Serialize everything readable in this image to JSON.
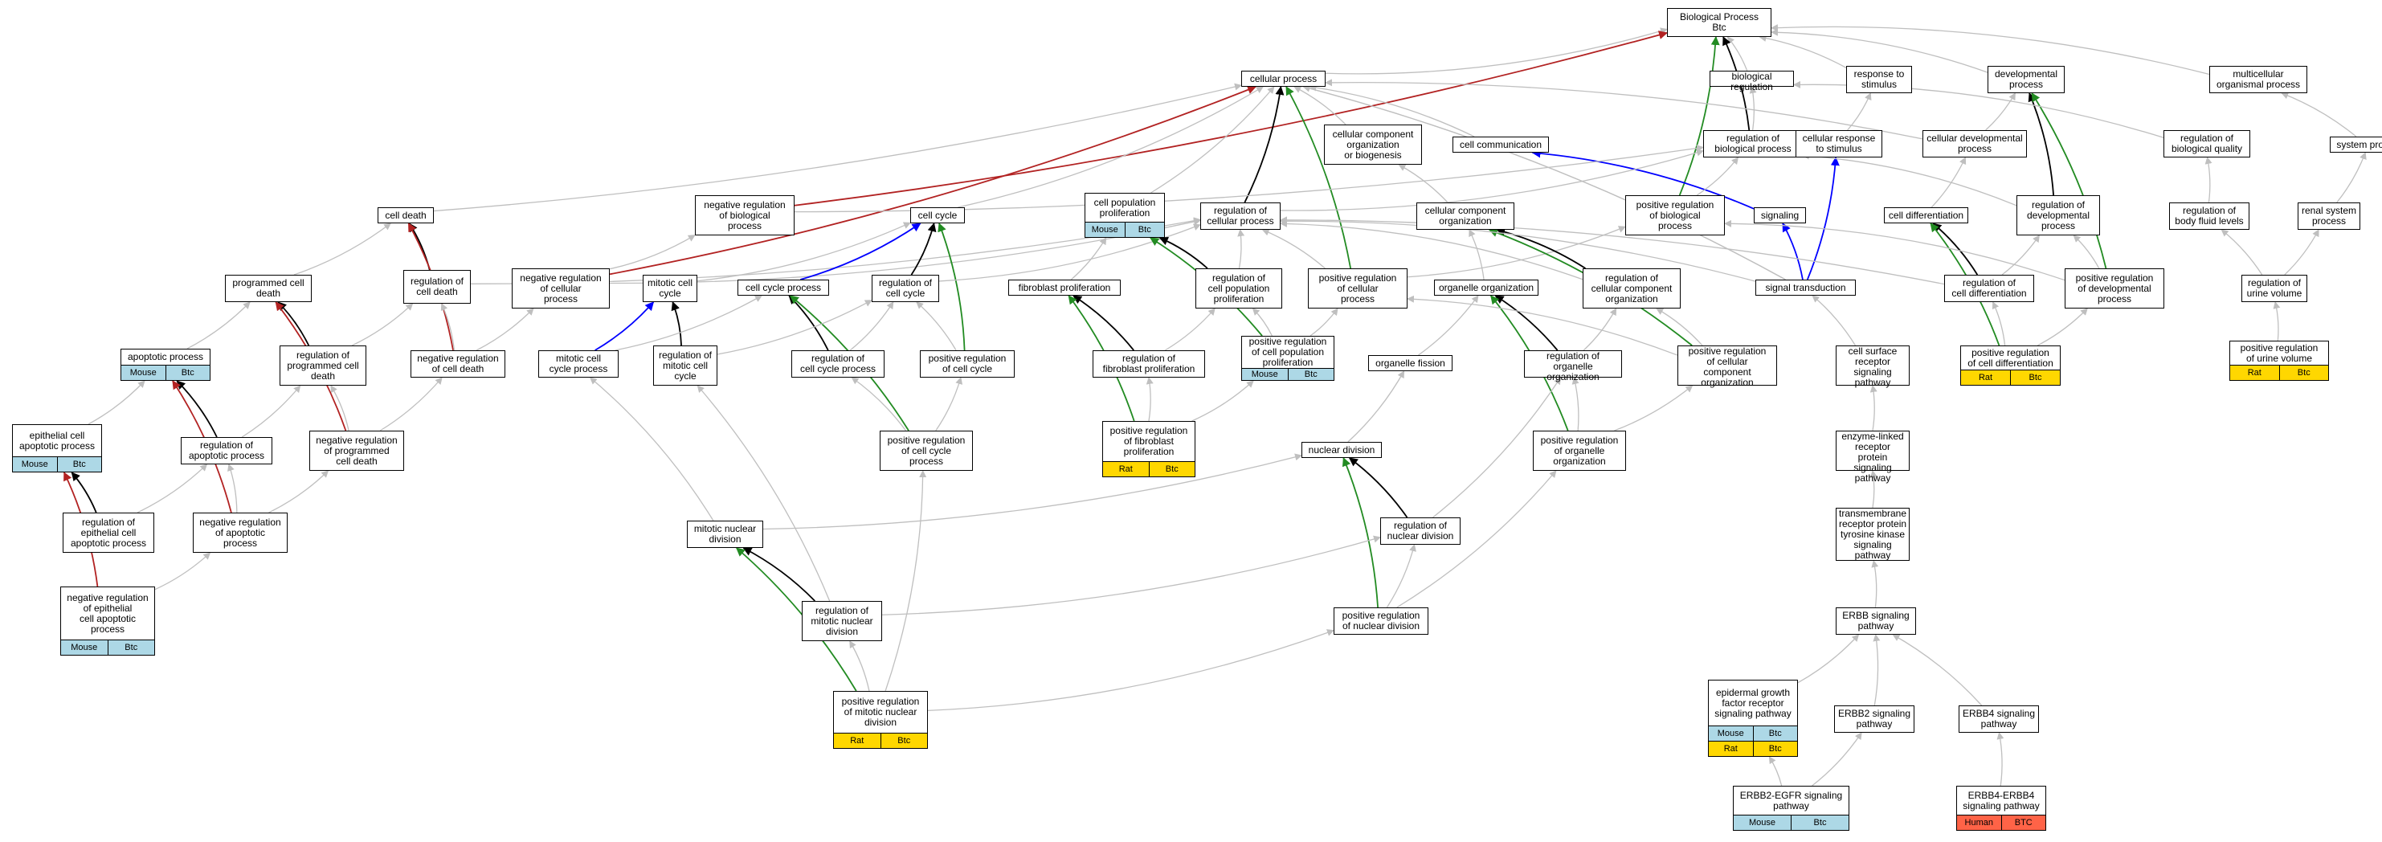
{
  "colors": {
    "mouse": "#add8e6",
    "rat": "#ffd700",
    "human": "#ff6347",
    "black": "#000000",
    "red": "#b22222",
    "green": "#228b22",
    "blue": "#0000ff",
    "gray": "#bfbfbf"
  },
  "nodes": {
    "bp": {
      "label": "Biological Process\nBtc"
    },
    "cp": {
      "label": "cellular process"
    },
    "breg": {
      "label": "biological regulation"
    },
    "rstim": {
      "label": "response to\nstimulus"
    },
    "dev": {
      "label": "developmental\nprocess"
    },
    "multi": {
      "label": "multicellular\norganismal process"
    },
    "ccob": {
      "label": "cellular component\norganization\nor biogenesis"
    },
    "comm": {
      "label": "cell communication"
    },
    "rbp": {
      "label": "regulation of\nbiological process"
    },
    "crstim": {
      "label": "cellular response\nto stimulus"
    },
    "cdev": {
      "label": "cellular developmental\nprocess"
    },
    "rbq": {
      "label": "regulation of\nbiological quality"
    },
    "sysp": {
      "label": "system process"
    },
    "death": {
      "label": "cell death"
    },
    "nrbp": {
      "label": "negative regulation\nof biological\nprocess"
    },
    "ccyc": {
      "label": "cell cycle"
    },
    "cpp": {
      "label": "cell population\nproliferation",
      "badges": [
        [
          "Mouse",
          "Btc",
          "mouse"
        ]
      ]
    },
    "rcp": {
      "label": "regulation of\ncellular process"
    },
    "cco": {
      "label": "cellular component\norganization"
    },
    "prbp": {
      "label": "positive regulation\nof biological\nprocess"
    },
    "sig": {
      "label": "signaling"
    },
    "cdiff": {
      "label": "cell differentiation"
    },
    "rdev": {
      "label": "regulation of\ndevelopmental\nprocess"
    },
    "rbfl": {
      "label": "regulation of\nbody fluid levels"
    },
    "renal": {
      "label": "renal system\nprocess"
    },
    "pcd": {
      "label": "programmed cell\ndeath"
    },
    "rcd": {
      "label": "regulation of\ncell death"
    },
    "nrcp": {
      "label": "negative regulation\nof cellular\nprocess"
    },
    "mcc": {
      "label": "mitotic cell\ncycle"
    },
    "ccp": {
      "label": "cell cycle process"
    },
    "rcc": {
      "label": "regulation of\ncell cycle"
    },
    "fibp": {
      "label": "fibroblast proliferation"
    },
    "rcpp": {
      "label": "regulation of\ncell population\nproliferation"
    },
    "prcp": {
      "label": "positive regulation\nof cellular\nprocess"
    },
    "org": {
      "label": "organelle organization"
    },
    "rcco": {
      "label": "regulation of\ncellular component\norganization"
    },
    "st": {
      "label": "signal transduction"
    },
    "rcdiff": {
      "label": "regulation of\ncell differentiation"
    },
    "prdev": {
      "label": "positive regulation\nof developmental\nprocess"
    },
    "ruv": {
      "label": "regulation of\nurine volume"
    },
    "apo": {
      "label": "apoptotic process",
      "badges": [
        [
          "Mouse",
          "Btc",
          "mouse"
        ]
      ]
    },
    "rpcd": {
      "label": "regulation of\nprogrammed cell\ndeath"
    },
    "nrcd": {
      "label": "negative regulation\nof cell death"
    },
    "mccp": {
      "label": "mitotic cell\ncycle process"
    },
    "rmcc": {
      "label": "regulation of\nmitotic cell\ncycle"
    },
    "rccp": {
      "label": "regulation of\ncell cycle process"
    },
    "prcc": {
      "label": "positive regulation\nof cell cycle"
    },
    "rfib": {
      "label": "regulation of\nfibroblast proliferation"
    },
    "prcpp": {
      "label": "positive regulation\nof cell population\nproliferation",
      "badges": [
        [
          "Mouse",
          "Btc",
          "mouse"
        ]
      ]
    },
    "ofis": {
      "label": "organelle fission"
    },
    "rorg": {
      "label": "regulation of\norganelle organization"
    },
    "prcco": {
      "label": "positive regulation\nof cellular\ncomponent organization"
    },
    "csrsp": {
      "label": "cell surface\nreceptor signaling\npathway"
    },
    "prcdiff": {
      "label": "positive regulation\nof cell differentiation",
      "badges": [
        [
          "Rat",
          "Btc",
          "rat"
        ]
      ]
    },
    "pruv": {
      "label": "positive regulation\nof urine volume",
      "badges": [
        [
          "Rat",
          "Btc",
          "rat"
        ]
      ]
    },
    "eap": {
      "label": "epithelial cell\napoptotic process",
      "badges": [
        [
          "Mouse",
          "Btc",
          "mouse"
        ]
      ]
    },
    "rap": {
      "label": "regulation of\napoptotic process"
    },
    "nrpcd": {
      "label": "negative regulation\nof programmed\ncell death"
    },
    "prccp": {
      "label": "positive regulation\nof cell cycle\nprocess"
    },
    "prfib": {
      "label": "positive regulation\nof fibroblast\nproliferation",
      "badges": [
        [
          "Rat",
          "Btc",
          "rat"
        ]
      ]
    },
    "nd": {
      "label": "nuclear division"
    },
    "prorg": {
      "label": "positive regulation\nof organelle\norganization"
    },
    "elrp": {
      "label": "enzyme-linked\nreceptor protein\nsignaling pathway"
    },
    "reap": {
      "label": "regulation of\nepithelial cell\napoptotic process"
    },
    "nrap": {
      "label": "negative regulation\nof apoptotic\nprocess"
    },
    "mnd": {
      "label": "mitotic nuclear\ndivision"
    },
    "rnd": {
      "label": "regulation of\nnuclear division"
    },
    "trptk": {
      "label": "transmembrane\nreceptor protein\ntyrosine kinase\nsignaling pathway"
    },
    "nreap": {
      "label": "negative regulation\nof epithelial\ncell apoptotic\nprocess",
      "badges": [
        [
          "Mouse",
          "Btc",
          "mouse"
        ]
      ]
    },
    "rmnd": {
      "label": "regulation of\nmitotic nuclear\ndivision"
    },
    "prnd": {
      "label": "positive regulation\nof nuclear division"
    },
    "erbb": {
      "label": "ERBB signaling\npathway"
    },
    "egfr": {
      "label": "epidermal growth\nfactor receptor\nsignaling pathway",
      "badges": [
        [
          "Mouse",
          "Btc",
          "mouse"
        ],
        [
          "Rat",
          "Btc",
          "rat"
        ]
      ]
    },
    "erbb2": {
      "label": "ERBB2 signaling\npathway"
    },
    "erbb4": {
      "label": "ERBB4 signaling\npathway"
    },
    "prmnd": {
      "label": "positive regulation\nof mitotic nuclear\ndivision",
      "badges": [
        [
          "Rat",
          "Btc",
          "rat"
        ]
      ]
    },
    "e2egfr": {
      "label": "ERBB2-EGFR signaling\npathway",
      "badges": [
        [
          "Mouse",
          "Btc",
          "mouse"
        ]
      ]
    },
    "e4e4": {
      "label": "ERBB4-ERBB4\nsignaling pathway",
      "badges": [
        [
          "Human",
          "BTC",
          "human"
        ]
      ]
    }
  },
  "edges": [
    [
      "cp",
      "bp",
      "gray"
    ],
    [
      "breg",
      "bp",
      "gray"
    ],
    [
      "rstim",
      "bp",
      "gray"
    ],
    [
      "dev",
      "bp",
      "gray"
    ],
    [
      "multi",
      "bp",
      "gray"
    ],
    [
      "rbp",
      "bp",
      "black"
    ],
    [
      "prbp",
      "bp",
      "green"
    ],
    [
      "nrbp",
      "bp",
      "red"
    ],
    [
      "ccob",
      "cp",
      "gray"
    ],
    [
      "comm",
      "cp",
      "gray"
    ],
    [
      "death",
      "cp",
      "gray"
    ],
    [
      "ccyc",
      "cp",
      "gray"
    ],
    [
      "cpp",
      "cp",
      "gray"
    ],
    [
      "rcp",
      "cp",
      "black"
    ],
    [
      "prcp",
      "cp",
      "green"
    ],
    [
      "nrcp",
      "cp",
      "red"
    ],
    [
      "cdev",
      "cp",
      "gray"
    ],
    [
      "st",
      "cp",
      "gray"
    ],
    [
      "rbp",
      "breg",
      "gray"
    ],
    [
      "crstim",
      "rstim",
      "gray"
    ],
    [
      "cdev",
      "dev",
      "gray"
    ],
    [
      "rdev",
      "dev",
      "black"
    ],
    [
      "prdev",
      "dev",
      "green"
    ],
    [
      "rbq",
      "breg",
      "gray"
    ],
    [
      "sysp",
      "multi",
      "gray"
    ],
    [
      "cco",
      "ccob",
      "gray"
    ],
    [
      "sig",
      "comm",
      "blue"
    ],
    [
      "st",
      "sig",
      "blue"
    ],
    [
      "st",
      "crstim",
      "blue"
    ],
    [
      "rcp",
      "rbp",
      "gray"
    ],
    [
      "prbp",
      "rbp",
      "gray"
    ],
    [
      "nrbp",
      "rbp",
      "gray"
    ],
    [
      "rdev",
      "rbp",
      "gray"
    ],
    [
      "cdiff",
      "cdev",
      "gray"
    ],
    [
      "rbfl",
      "rbq",
      "gray"
    ],
    [
      "renal",
      "sysp",
      "gray"
    ],
    [
      "ruv",
      "rbfl",
      "gray"
    ],
    [
      "ruv",
      "renal",
      "gray"
    ],
    [
      "pruv",
      "ruv",
      "gray"
    ],
    [
      "pcd",
      "death",
      "gray"
    ],
    [
      "rcd",
      "death",
      "black"
    ],
    [
      "nrcd",
      "death",
      "red"
    ],
    [
      "apo",
      "pcd",
      "gray"
    ],
    [
      "rpcd",
      "pcd",
      "black"
    ],
    [
      "nrpcd",
      "pcd",
      "red"
    ],
    [
      "eap",
      "apo",
      "gray"
    ],
    [
      "rap",
      "apo",
      "black"
    ],
    [
      "nrap",
      "apo",
      "red"
    ],
    [
      "reap",
      "eap",
      "black"
    ],
    [
      "nreap",
      "eap",
      "red"
    ],
    [
      "reap",
      "rap",
      "gray"
    ],
    [
      "nreap",
      "nrap",
      "gray"
    ],
    [
      "nrap",
      "rap",
      "gray"
    ],
    [
      "nrap",
      "nrpcd",
      "gray"
    ],
    [
      "rap",
      "rpcd",
      "gray"
    ],
    [
      "nrpcd",
      "rpcd",
      "gray"
    ],
    [
      "nrpcd",
      "nrcd",
      "gray"
    ],
    [
      "rpcd",
      "rcd",
      "gray"
    ],
    [
      "nrcd",
      "rcd",
      "gray"
    ],
    [
      "nrcd",
      "nrcp",
      "gray"
    ],
    [
      "rcd",
      "rcp",
      "gray"
    ],
    [
      "nrcp",
      "rcp",
      "gray"
    ],
    [
      "nrcp",
      "nrbp",
      "gray"
    ],
    [
      "ccp",
      "ccyc",
      "blue"
    ],
    [
      "mccp",
      "mcc",
      "blue"
    ],
    [
      "mcc",
      "ccyc",
      "gray"
    ],
    [
      "rcc",
      "ccyc",
      "black"
    ],
    [
      "prcc",
      "ccyc",
      "green"
    ],
    [
      "rmcc",
      "mcc",
      "black"
    ],
    [
      "rccp",
      "ccp",
      "black"
    ],
    [
      "prccp",
      "ccp",
      "green"
    ],
    [
      "prccp",
      "rccp",
      "gray"
    ],
    [
      "prccp",
      "prcc",
      "gray"
    ],
    [
      "rccp",
      "rcc",
      "gray"
    ],
    [
      "prcc",
      "rcc",
      "gray"
    ],
    [
      "rmcc",
      "rcc",
      "gray"
    ],
    [
      "rcc",
      "rcp",
      "gray"
    ],
    [
      "fibp",
      "cpp",
      "gray"
    ],
    [
      "rcpp",
      "cpp",
      "black"
    ],
    [
      "prcpp",
      "cpp",
      "green"
    ],
    [
      "rfib",
      "fibp",
      "black"
    ],
    [
      "prfib",
      "fibp",
      "green"
    ],
    [
      "prfib",
      "rfib",
      "gray"
    ],
    [
      "rfib",
      "rcpp",
      "gray"
    ],
    [
      "prcpp",
      "rcpp",
      "gray"
    ],
    [
      "prfib",
      "prcpp",
      "gray"
    ],
    [
      "rcpp",
      "rcp",
      "gray"
    ],
    [
      "prcpp",
      "prcp",
      "gray"
    ],
    [
      "prcp",
      "prbp",
      "gray"
    ],
    [
      "prcp",
      "rcp",
      "gray"
    ],
    [
      "org",
      "cco",
      "gray"
    ],
    [
      "rcco",
      "cco",
      "black"
    ],
    [
      "prcco",
      "cco",
      "green"
    ],
    [
      "ofis",
      "org",
      "gray"
    ],
    [
      "nd",
      "ofis",
      "gray"
    ],
    [
      "rorg",
      "org",
      "black"
    ],
    [
      "prorg",
      "org",
      "green"
    ],
    [
      "prorg",
      "rorg",
      "gray"
    ],
    [
      "prorg",
      "prcco",
      "gray"
    ],
    [
      "rorg",
      "rcco",
      "gray"
    ],
    [
      "prcco",
      "rcco",
      "gray"
    ],
    [
      "rcco",
      "rcp",
      "gray"
    ],
    [
      "prcco",
      "prcp",
      "gray"
    ],
    [
      "mnd",
      "nd",
      "gray"
    ],
    [
      "rnd",
      "nd",
      "black"
    ],
    [
      "prnd",
      "nd",
      "green"
    ],
    [
      "rmnd",
      "mnd",
      "black"
    ],
    [
      "prmnd",
      "mnd",
      "green"
    ],
    [
      "prmnd",
      "rmnd",
      "gray"
    ],
    [
      "prmnd",
      "prccp",
      "gray"
    ],
    [
      "rmnd",
      "rnd",
      "gray"
    ],
    [
      "prnd",
      "rnd",
      "gray"
    ],
    [
      "rmnd",
      "rmcc",
      "gray"
    ],
    [
      "rnd",
      "rorg",
      "gray"
    ],
    [
      "prnd",
      "prorg",
      "gray"
    ],
    [
      "prmnd",
      "prnd",
      "gray"
    ],
    [
      "mnd",
      "mccp",
      "gray"
    ],
    [
      "mccp",
      "ccp",
      "gray"
    ],
    [
      "st",
      "cp",
      "gray"
    ],
    [
      "csrsp",
      "st",
      "gray"
    ],
    [
      "elrp",
      "csrsp",
      "gray"
    ],
    [
      "trptk",
      "elrp",
      "gray"
    ],
    [
      "erbb",
      "trptk",
      "gray"
    ],
    [
      "egfr",
      "erbb",
      "gray"
    ],
    [
      "erbb2",
      "erbb",
      "gray"
    ],
    [
      "erbb4",
      "erbb",
      "gray"
    ],
    [
      "e2egfr",
      "egfr",
      "gray"
    ],
    [
      "e2egfr",
      "erbb2",
      "gray"
    ],
    [
      "e4e4",
      "erbb4",
      "gray"
    ],
    [
      "rcdiff",
      "cdiff",
      "black"
    ],
    [
      "prcdiff",
      "cdiff",
      "green"
    ],
    [
      "prcdiff",
      "rcdiff",
      "gray"
    ],
    [
      "prcdiff",
      "prdev",
      "gray"
    ],
    [
      "rcdiff",
      "rdev",
      "gray"
    ],
    [
      "prdev",
      "rdev",
      "gray"
    ],
    [
      "rcdiff",
      "rcp",
      "gray"
    ],
    [
      "prdev",
      "prbp",
      "gray"
    ],
    [
      "st",
      "rcp",
      "gray"
    ]
  ]
}
